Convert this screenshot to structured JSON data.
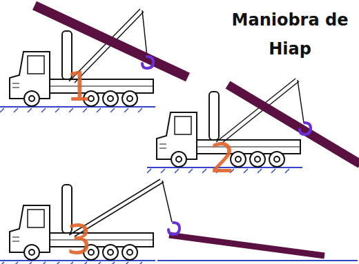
{
  "diagram": {
    "title": "Maniobra de Hiap",
    "labels": [
      "1",
      "2",
      "3"
    ]
  }
}
